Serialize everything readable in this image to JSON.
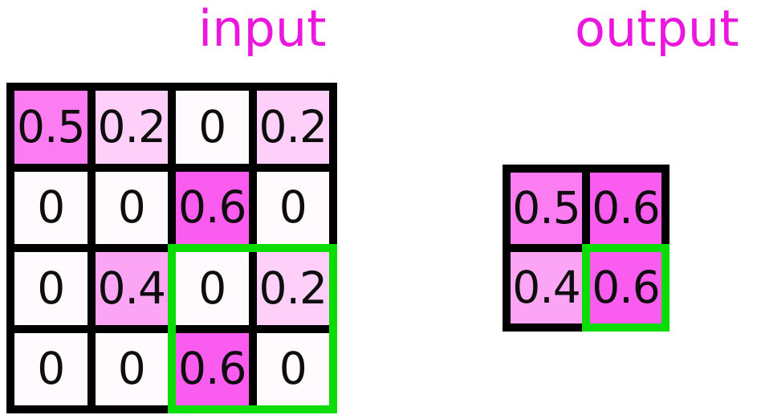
{
  "titles": {
    "input": "input",
    "output": "output"
  },
  "colors": {
    "title": "#eb17df",
    "grid_line": "#000000",
    "highlight_green": "#0bdc04",
    "cell_text": "#0d0d0d",
    "value_colors": {
      "0": "#fefafe",
      "0.2": "#fecff8",
      "0.4": "#fca5f4",
      "0.5": "#fc7df2",
      "0.6": "#fb5cf0"
    }
  },
  "input_grid": {
    "rows": [
      [
        "0.5",
        "0.2",
        "0",
        "0.2"
      ],
      [
        "0",
        "0",
        "0.6",
        "0"
      ],
      [
        "0",
        "0.4",
        "0",
        "0.2"
      ],
      [
        "0",
        "0",
        "0.6",
        "0"
      ]
    ],
    "highlight_region": "rows 3-4, cols 3-4"
  },
  "output_grid": {
    "rows": [
      [
        "0.5",
        "0.6"
      ],
      [
        "0.4",
        "0.6"
      ]
    ],
    "highlight_region": "row 2, col 2"
  }
}
